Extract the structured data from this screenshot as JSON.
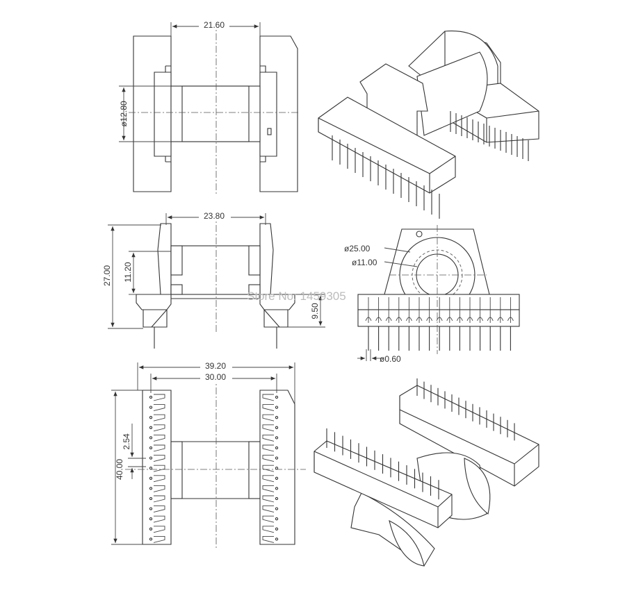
{
  "dimensions": {
    "width_top": "21.60",
    "core_dia": "ø12.80",
    "width_side": "23.80",
    "height_total": "27.00",
    "flange_gap": "11.20",
    "pin_height": "9.50",
    "outer_dia": "ø25.00",
    "inner_dia": "ø11.00",
    "pin_dia": "ø0.60",
    "overall_length": "39.20",
    "row_spacing": "30.00",
    "pin_pitch": "2.54",
    "overall_height": "40.00"
  },
  "watermark": "Store No: 1459305"
}
